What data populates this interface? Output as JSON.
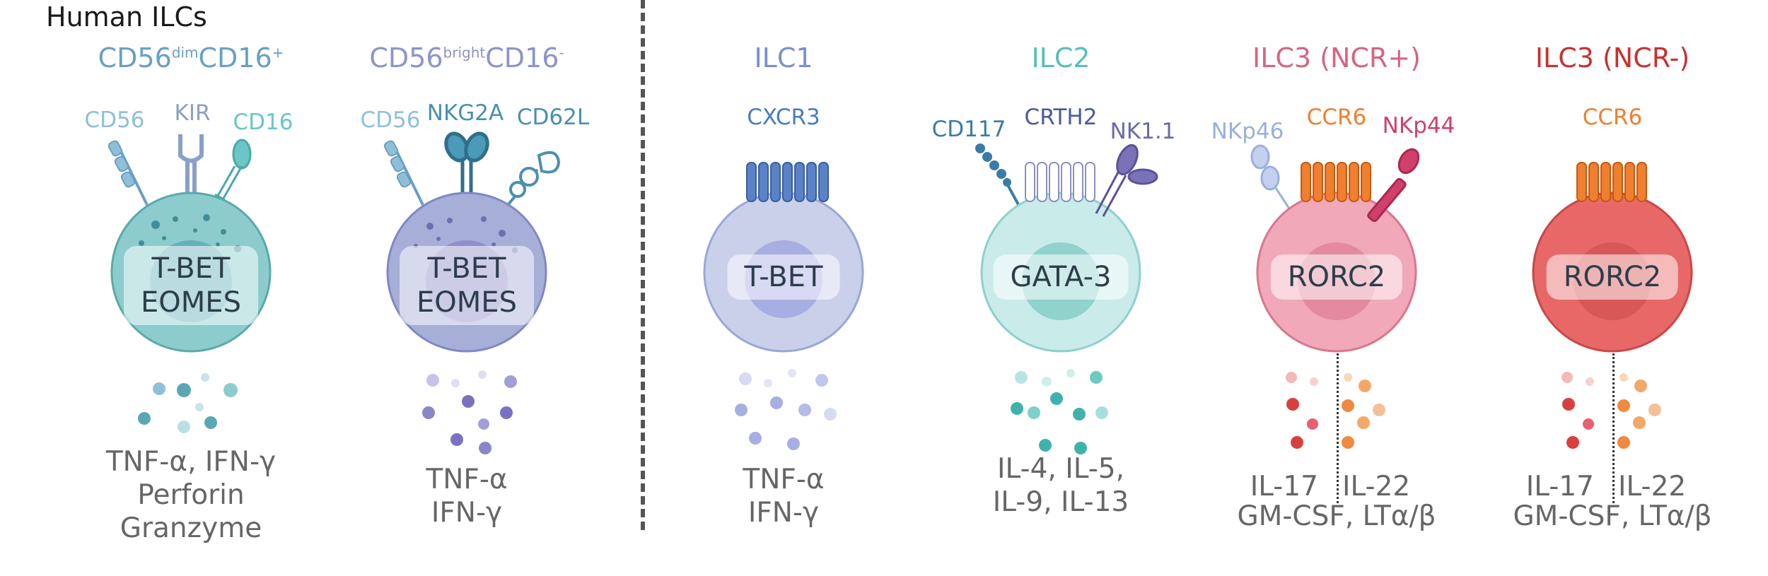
{
  "figure_title": "Human ILCs",
  "colors": {
    "nk_dim": "#6a9fc4",
    "nk_bright": "#8d94c8",
    "ilc1": "#7a8fd0",
    "ilc2": "#58c0b8",
    "ilc3_pos": "#d76482",
    "ilc3_neg": "#c93030",
    "receptor_teal": "#5aa6c8",
    "ccr6_orange": "#f07f30"
  },
  "panels": {
    "nk_dim": {
      "title_main1": "CD56",
      "title_sup1": "dim",
      "title_main2": "CD16",
      "title_sup2": "+",
      "receptors": [
        "CD56",
        "KIR",
        "CD16"
      ],
      "tf1": "T-BET",
      "tf2": "EOMES",
      "cytokines": [
        "TNF-α, IFN-γ",
        "Perforin",
        "Granzyme"
      ]
    },
    "nk_bright": {
      "title_main1": "CD56",
      "title_sup1": "bright",
      "title_main2": "CD16",
      "title_sup2": "-",
      "receptors": [
        "CD56",
        "NKG2A",
        "CD62L"
      ],
      "tf1": "T-BET",
      "tf2": "EOMES",
      "cytokines": [
        "TNF-α",
        "IFN-γ"
      ]
    },
    "ilc1": {
      "title": "ILC1",
      "receptors": [
        "CXCR3"
      ],
      "tf1": "T-BET",
      "cytokines": [
        "TNF-α",
        "IFN-γ"
      ]
    },
    "ilc2": {
      "title": "ILC2",
      "receptors": [
        "CD117",
        "CRTH2",
        "NK1.1"
      ],
      "tf1": "GATA-3",
      "cytokines": [
        "IL-4, IL-5,",
        "IL-9, IL-13"
      ]
    },
    "ilc3_pos": {
      "title": "ILC3 (NCR+)",
      "receptors": [
        "NKp46",
        "CCR6",
        "NKp44"
      ],
      "tf1": "RORC2",
      "cytokine_left": "IL-17",
      "cytokine_right": "IL-22",
      "cytokine_bottom": "GM-CSF, LTα/β"
    },
    "ilc3_neg": {
      "title": "ILC3 (NCR-)",
      "receptors": [
        "CCR6"
      ],
      "tf1": "RORC2",
      "cytokine_left": "IL-17",
      "cytokine_right": "IL-22",
      "cytokine_bottom": "GM-CSF, LTα/β"
    }
  }
}
